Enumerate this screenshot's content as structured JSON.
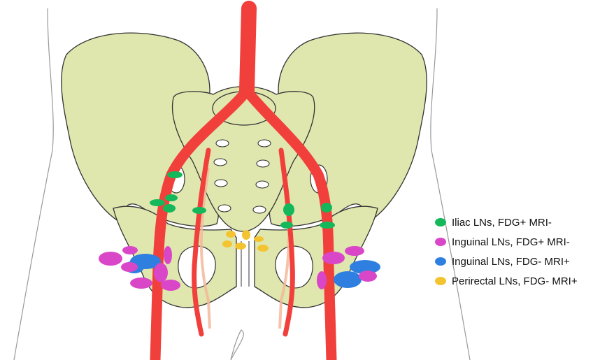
{
  "colors": {
    "bone": "#dfe6ae",
    "outline": "#333333",
    "artery": "#f1403b",
    "vessel_faint": "#f3b89a",
    "body_outline": "#999999",
    "iliac": "#14b85a",
    "inguinal_pos": "#d947c8",
    "inguinal_neg": "#2f7fe0",
    "perirectal": "#f4c430"
  },
  "legend": {
    "items": [
      {
        "label": "Iliac LNs, FDG+ MRI-",
        "color": "#14b85a"
      },
      {
        "label": "Inguinal LNs, FDG+ MRI-",
        "color": "#d947c8"
      },
      {
        "label": "Inguinal LNs, FDG- MRI+",
        "color": "#2f7fe0"
      },
      {
        "label": "Perirectal LNs, FDG- MRI+",
        "color": "#f4c430"
      }
    ]
  }
}
